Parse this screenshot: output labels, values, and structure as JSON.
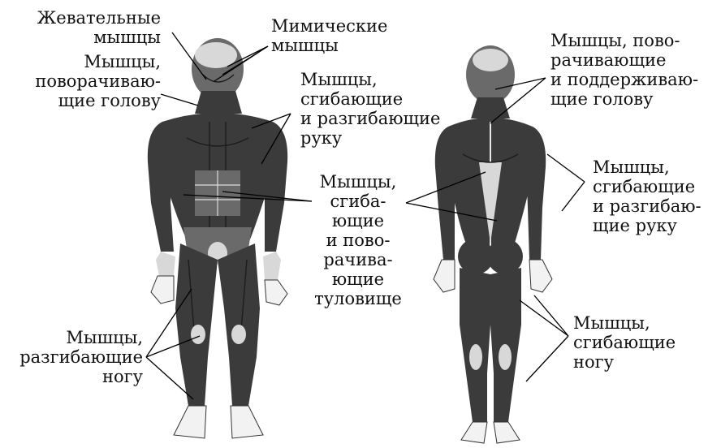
{
  "labels": {
    "masticatory": "Жевательные\nмышцы",
    "facial": "Мимические\nмышцы",
    "head_turn_front": "Мышцы,\nповорачиваю-\nщие голову",
    "arm_front": "Мышцы,\nсгибающие\nи разгибающие\nруку",
    "trunk": "Мышцы,\nсгиба-\nющие\nи пово-\nрачива-\nющие\nтуловище",
    "leg_extend": "Мышцы,\nразгибающие\nногу",
    "head_back": "Мышцы, пово-\nрачивающие\nи поддерживаю-\nщие голову",
    "arm_back": "Мышцы,\nсгибающие\nи разгибаю-\nщие руку",
    "leg_flex": "Мышцы,\nсгибающие\nногу"
  }
}
